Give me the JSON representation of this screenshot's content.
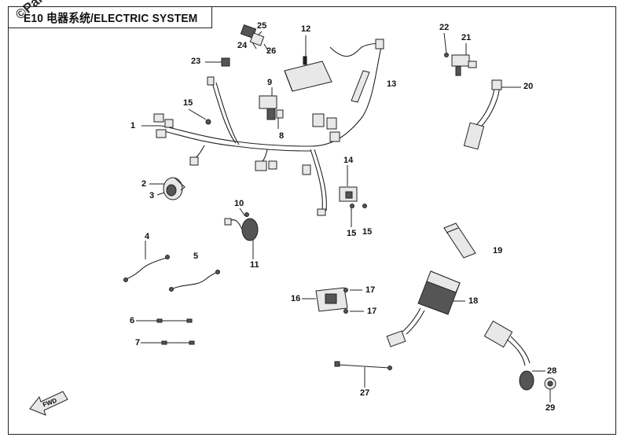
{
  "header": {
    "watermark": "©Partzilla",
    "title": "E10 电器系统/ELECTRIC SYSTEM"
  },
  "callouts": [
    {
      "id": "c1",
      "label": "1"
    },
    {
      "id": "c2",
      "label": "2"
    },
    {
      "id": "c3",
      "label": "3"
    },
    {
      "id": "c4",
      "label": "4"
    },
    {
      "id": "c5",
      "label": "5"
    },
    {
      "id": "c6",
      "label": "6"
    },
    {
      "id": "c7",
      "label": "7"
    },
    {
      "id": "c8",
      "label": "8"
    },
    {
      "id": "c9",
      "label": "9"
    },
    {
      "id": "c10",
      "label": "10"
    },
    {
      "id": "c11",
      "label": "11"
    },
    {
      "id": "c12",
      "label": "12"
    },
    {
      "id": "c13",
      "label": "13"
    },
    {
      "id": "c14",
      "label": "14"
    },
    {
      "id": "c15a",
      "label": "15"
    },
    {
      "id": "c15b",
      "label": "15"
    },
    {
      "id": "c15c",
      "label": "15"
    },
    {
      "id": "c16",
      "label": "16"
    },
    {
      "id": "c17a",
      "label": "17"
    },
    {
      "id": "c17b",
      "label": "17"
    },
    {
      "id": "c18",
      "label": "18"
    },
    {
      "id": "c19",
      "label": "19"
    },
    {
      "id": "c20",
      "label": "20"
    },
    {
      "id": "c21",
      "label": "21"
    },
    {
      "id": "c22",
      "label": "22"
    },
    {
      "id": "c23",
      "label": "23"
    },
    {
      "id": "c24",
      "label": "24"
    },
    {
      "id": "c25",
      "label": "25"
    },
    {
      "id": "c26",
      "label": "26"
    },
    {
      "id": "c27",
      "label": "27"
    },
    {
      "id": "c28",
      "label": "28"
    },
    {
      "id": "c29",
      "label": "29"
    }
  ],
  "fwd_label": "FWD"
}
